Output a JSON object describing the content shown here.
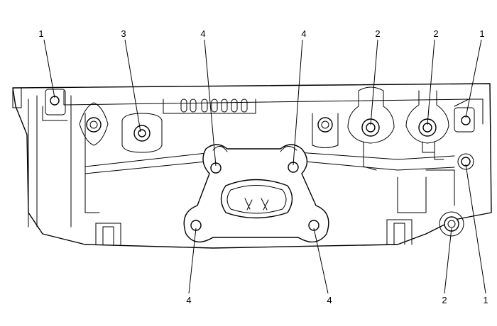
{
  "callouts": [
    {
      "label": "1",
      "anchor": "bolt-top-left"
    },
    {
      "label": "3",
      "anchor": "bolt-top-center-left"
    },
    {
      "label": "4",
      "anchor": "bolt-manifold-upper-left"
    },
    {
      "label": "4",
      "anchor": "bolt-manifold-upper-right"
    },
    {
      "label": "2",
      "anchor": "bolt-upper-right-a"
    },
    {
      "label": "2",
      "anchor": "bolt-upper-right-b"
    },
    {
      "label": "1",
      "anchor": "bolt-top-right"
    },
    {
      "label": "4",
      "anchor": "bolt-manifold-lower-left"
    },
    {
      "label": "4",
      "anchor": "bolt-manifold-lower-right"
    },
    {
      "label": "2",
      "anchor": "bolt-lower-right"
    },
    {
      "label": "1",
      "anchor": "bolt-right-middle"
    }
  ]
}
